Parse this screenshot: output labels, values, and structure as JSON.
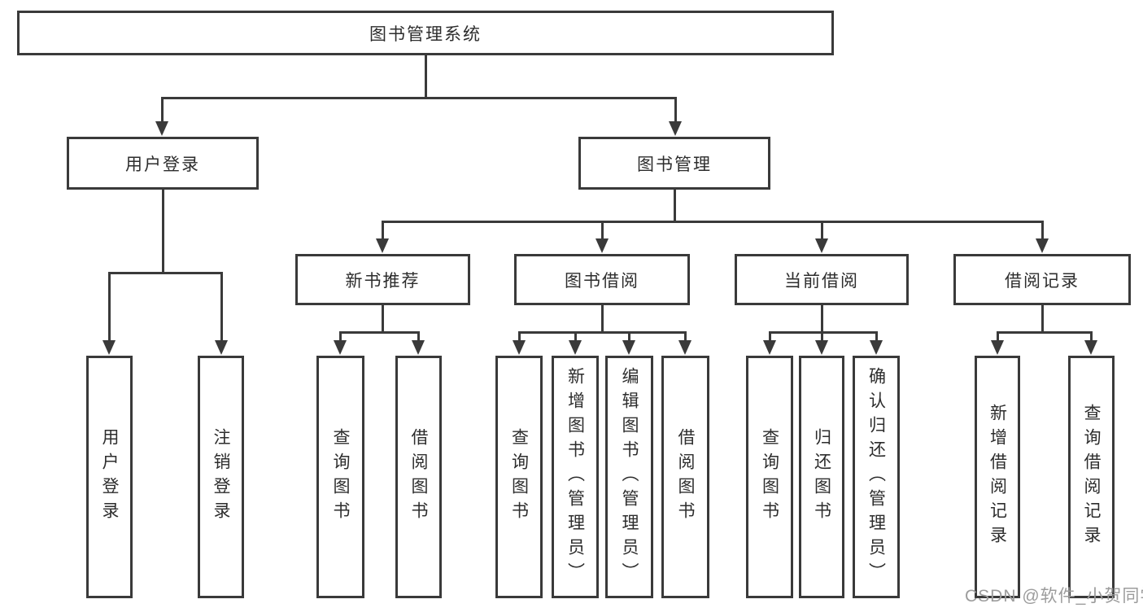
{
  "tree": {
    "root": "图书管理系统",
    "branches": [
      {
        "label": "用户登录",
        "leaves": [
          "用户登录",
          "注销登录"
        ]
      },
      {
        "label": "图书管理",
        "groups": [
          {
            "label": "新书推荐",
            "leaves": [
              "查询图书",
              "借阅图书"
            ]
          },
          {
            "label": "图书借阅",
            "leaves": [
              "查询图书",
              "新增图书（管理员）",
              "编辑图书（管理员）",
              "借阅图书"
            ]
          },
          {
            "label": "当前借阅",
            "leaves": [
              "查询图书",
              "归还图书",
              "确认归还（管理员）"
            ]
          },
          {
            "label": "借阅记录",
            "leaves": [
              "新增借阅记录",
              "查询借阅记录"
            ]
          }
        ]
      }
    ]
  },
  "watermark": {
    "text": "CSDN @软件_小贺同学"
  },
  "colors": {
    "line": "#3a3a3a",
    "text": "#2d2d2d",
    "watermark": "#9c9c9c",
    "background": "#ffffff"
  }
}
